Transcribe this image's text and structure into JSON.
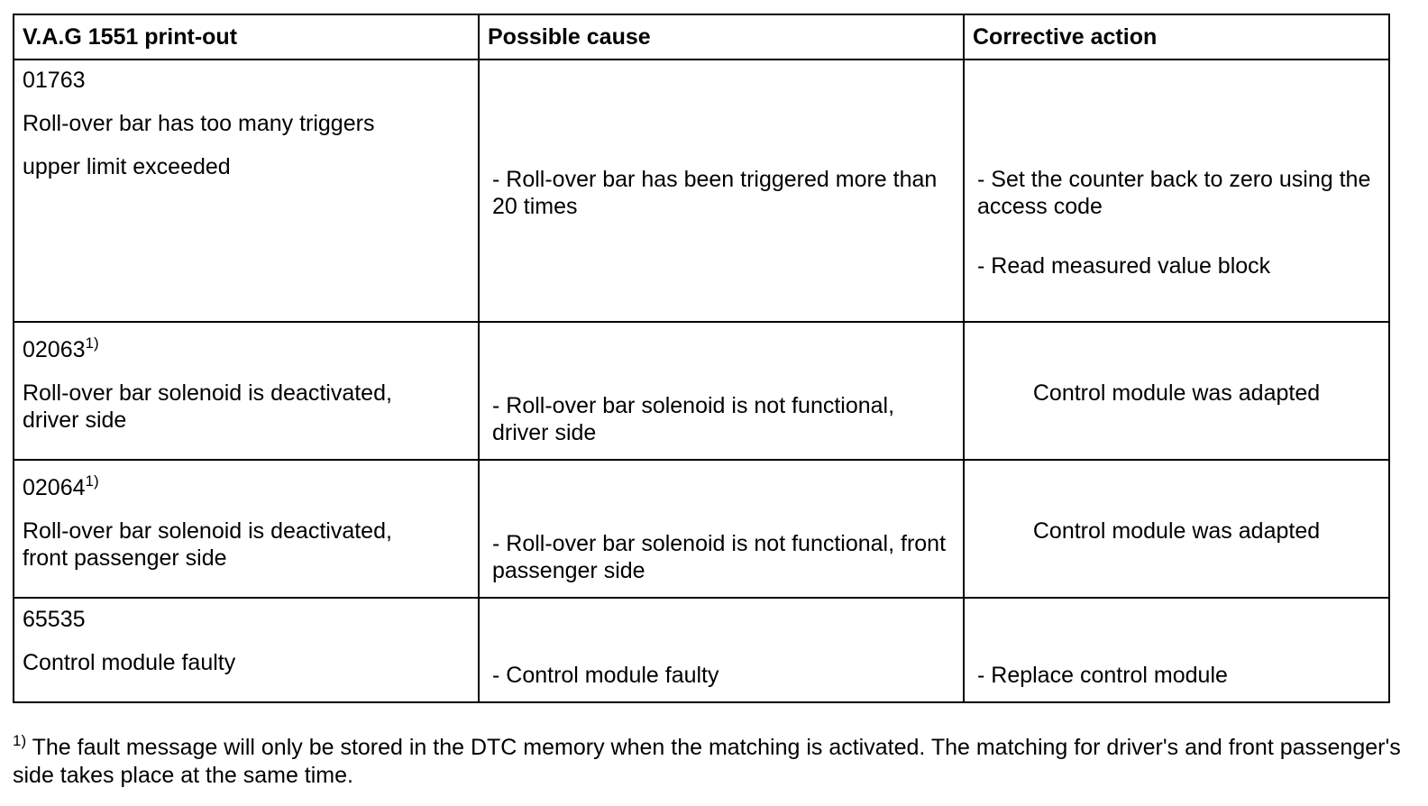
{
  "headers": [
    "V.A.G 1551 print-out",
    "Possible cause",
    "Corrective action"
  ],
  "rows": [
    {
      "code": "01763",
      "code_note": "",
      "desc_lines": [
        "Roll-over bar has too many triggers",
        "upper limit exceeded"
      ],
      "cause": "- Roll-over bar has been triggered more than 20 times",
      "actions": [
        "- Set the counter back to zero using the access code",
        "- Read measured value block"
      ]
    },
    {
      "code": "02063",
      "code_note": "1)",
      "desc": "Roll-over bar solenoid is deactivated, driver side",
      "cause": "- Roll-over bar solenoid is not functional, driver side",
      "action": "Control module was adapted"
    },
    {
      "code": "02064",
      "code_note": "1)",
      "desc": "Roll-over bar solenoid is deactivated, front passenger side",
      "cause": "- Roll-over bar solenoid is not functional, front passenger side",
      "action": "Control module was adapted"
    },
    {
      "code": "65535",
      "code_note": "",
      "desc": "Control module faulty",
      "cause": "- Control module faulty",
      "action": "- Replace control module"
    }
  ],
  "footnote": {
    "marker": "1)",
    "text": " The fault message will only be stored in the DTC memory when the matching is activated. The matching for driver's and front passenger's side takes place at the same time."
  }
}
